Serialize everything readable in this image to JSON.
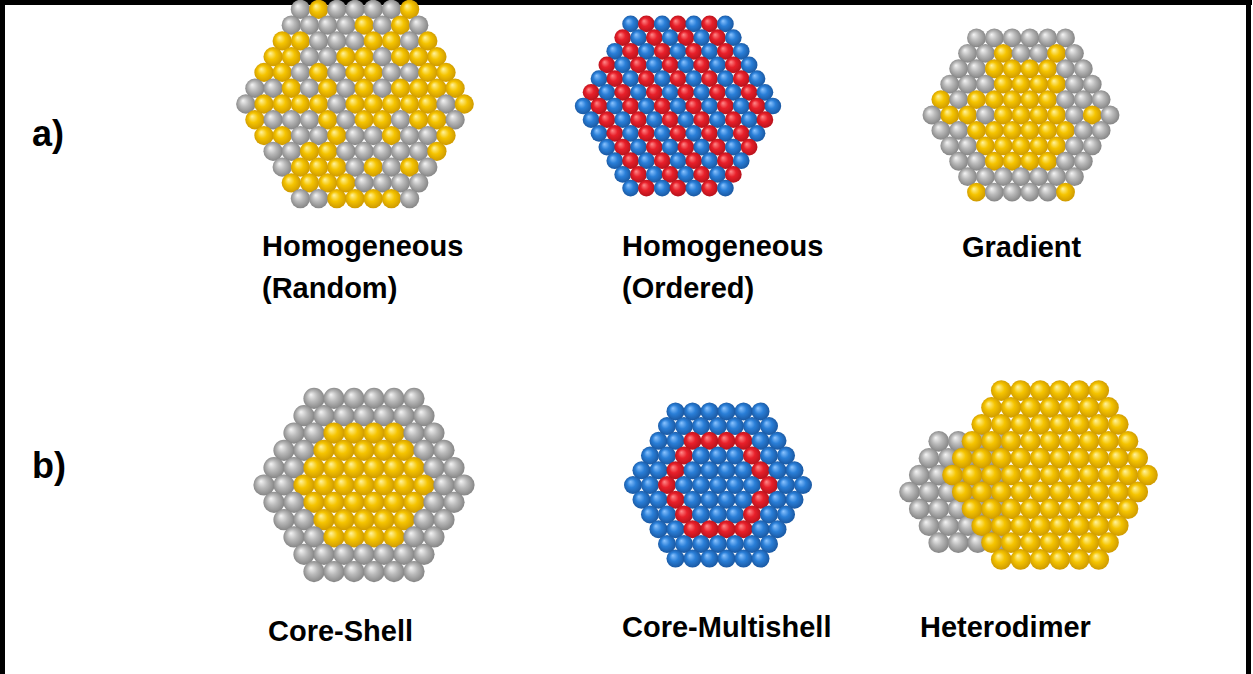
{
  "diagram": {
    "labels": [
      "a)",
      "Homogeneous (Random)",
      "Homogeneous (Ordered)",
      "Gradient",
      "b)",
      "Core-Shell",
      "Core-Multishell",
      "Heterodimer"
    ]
  }
}
